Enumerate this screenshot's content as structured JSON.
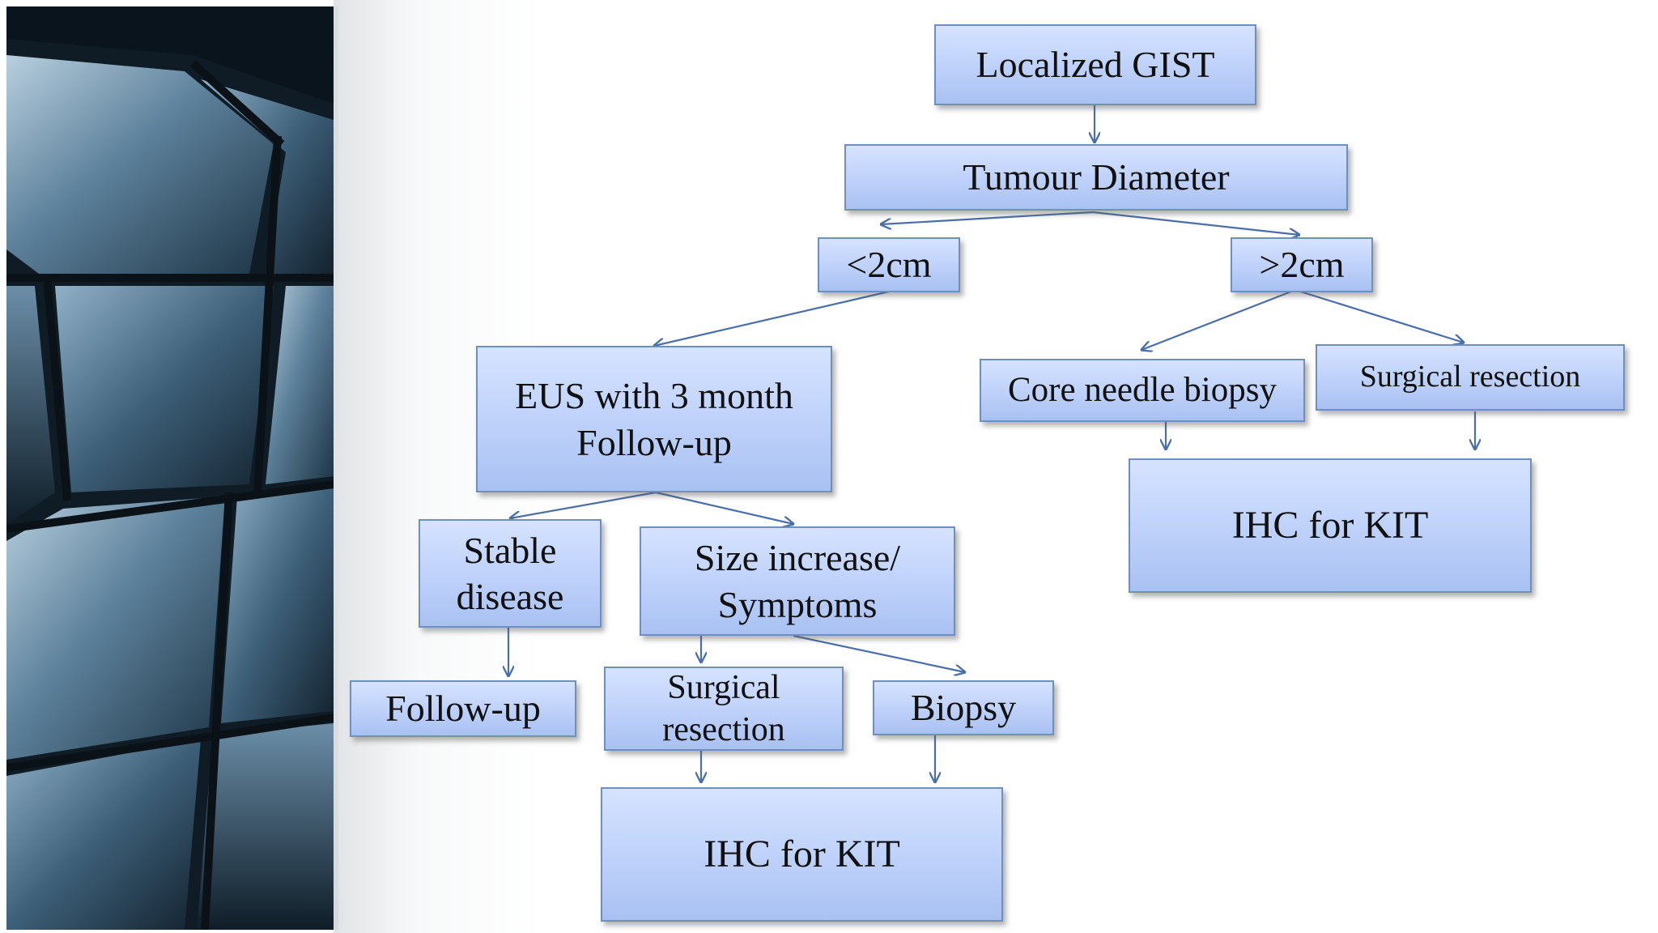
{
  "flowchart": {
    "localized_gist": "Localized GIST",
    "tumour_diameter": "Tumour Diameter",
    "lt_2cm": "<2cm",
    "gt_2cm": ">2cm",
    "eus_followup": "EUS with 3 month\nFollow-up",
    "core_needle_biopsy": "Core needle biopsy",
    "surgical_resection_right": "Surgical resection",
    "ihc_kit_right": "IHC for KIT",
    "stable_disease": "Stable\ndisease",
    "size_increase": "Size increase/\nSymptoms",
    "follow_up": "Follow-up",
    "surgical_resection_left": "Surgical\nresection",
    "biopsy": "Biopsy",
    "ihc_kit_left": "IHC for KIT"
  },
  "colors": {
    "node_border": "#6f8fbd",
    "node_fill_top": "#d6e3ff",
    "node_fill_bottom": "#a9c1f2",
    "arrow": "#4a6fa8"
  }
}
